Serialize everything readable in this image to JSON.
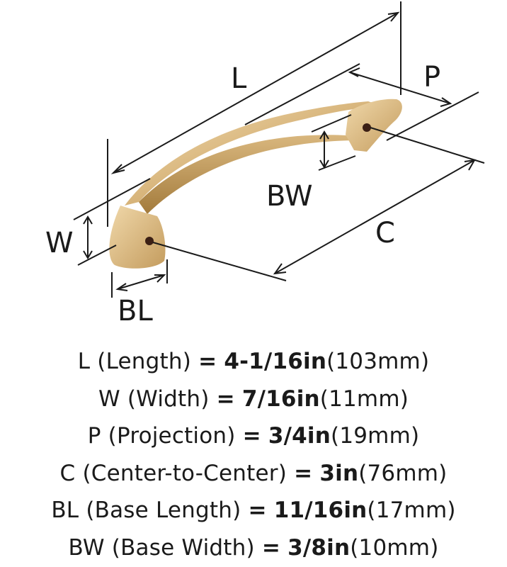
{
  "diagram": {
    "labels": {
      "L": "L",
      "P": "P",
      "BW": "BW",
      "W": "W",
      "C": "C",
      "BL": "BL"
    },
    "colors": {
      "handle_light": "#ecd3a4",
      "handle_mid": "#c9a266",
      "handle_dark": "#a37b3c",
      "hole": "#3b1f14",
      "line": "#1a1a1a"
    }
  },
  "specs": [
    {
      "code": "L",
      "name": "(Length)",
      "eq": "=",
      "inches": "4-1/16in",
      "mm": "(103mm)"
    },
    {
      "code": "W",
      "name": "(Width)",
      "eq": "=",
      "inches": "7/16in",
      "mm": "(11mm)"
    },
    {
      "code": "P",
      "name": "(Projection)",
      "eq": "=",
      "inches": "3/4in",
      "mm": "(19mm)"
    },
    {
      "code": "C",
      "name": "(Center-to-Center)",
      "eq": "=",
      "inches": "3in",
      "mm": "(76mm)"
    },
    {
      "code": "BL",
      "name": "(Base Length)",
      "eq": "=",
      "inches": "11/16in",
      "mm": "(17mm)"
    },
    {
      "code": "BW",
      "name": "(Base Width)",
      "eq": "=",
      "inches": "3/8in",
      "mm": "(10mm)"
    }
  ]
}
